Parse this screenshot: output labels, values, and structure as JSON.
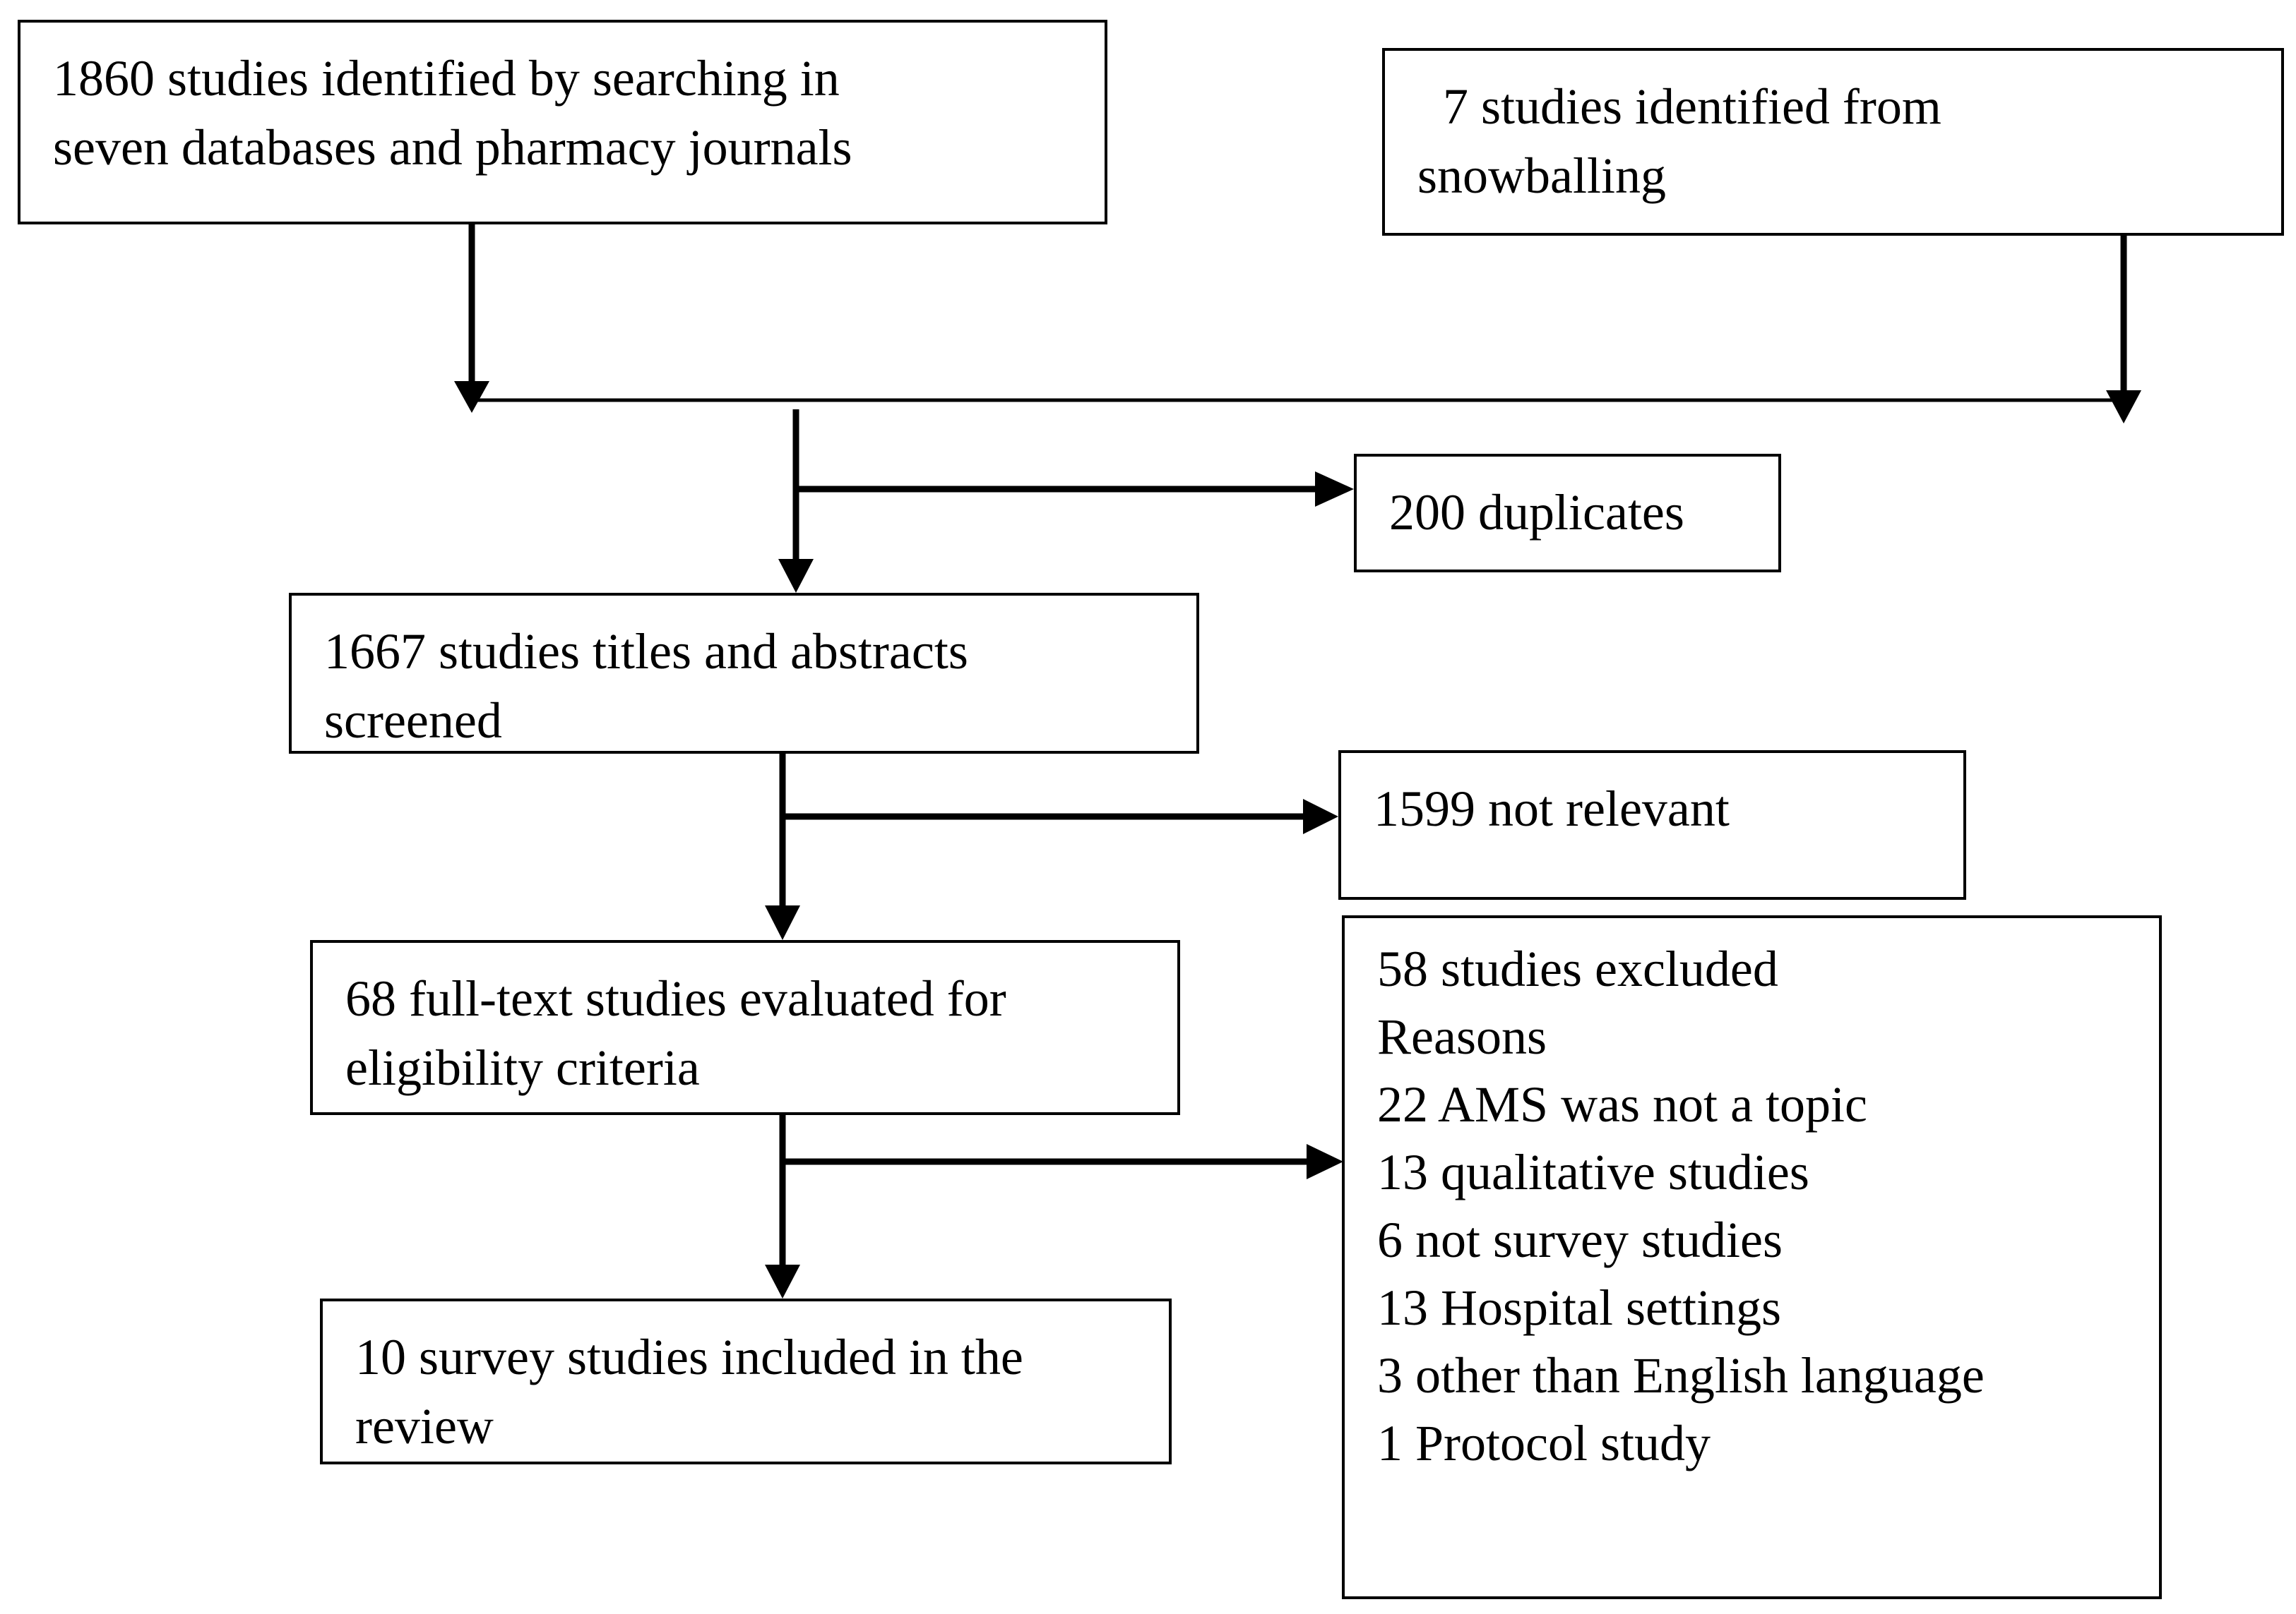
{
  "flowchart": {
    "identified_db": {
      "lines": [
        "1860 studies identified by searching in",
        "seven databases and pharmacy journals"
      ]
    },
    "identified_snowball": {
      "lines": [
        "  7 studies identified from",
        "snowballing"
      ]
    },
    "duplicates": {
      "lines": [
        "200 duplicates"
      ]
    },
    "screened": {
      "lines": [
        "1667 studies titles and abstracts",
        "screened"
      ]
    },
    "not_relevant": {
      "lines": [
        "1599 not relevant"
      ]
    },
    "fulltext": {
      "lines": [
        "68 full-text studies evaluated for",
        "eligibility criteria"
      ]
    },
    "excluded": {
      "lines": [
        "58 studies excluded",
        "Reasons",
        "22 AMS was not a topic",
        "13 qualitative studies",
        "6 not survey studies",
        "13 Hospital settings",
        "3 other than English language",
        "1 Protocol study"
      ]
    },
    "included": {
      "lines": [
        "10 survey studies included in the",
        "review"
      ]
    }
  },
  "colors": {
    "stroke": "#000000",
    "background": "#ffffff"
  }
}
